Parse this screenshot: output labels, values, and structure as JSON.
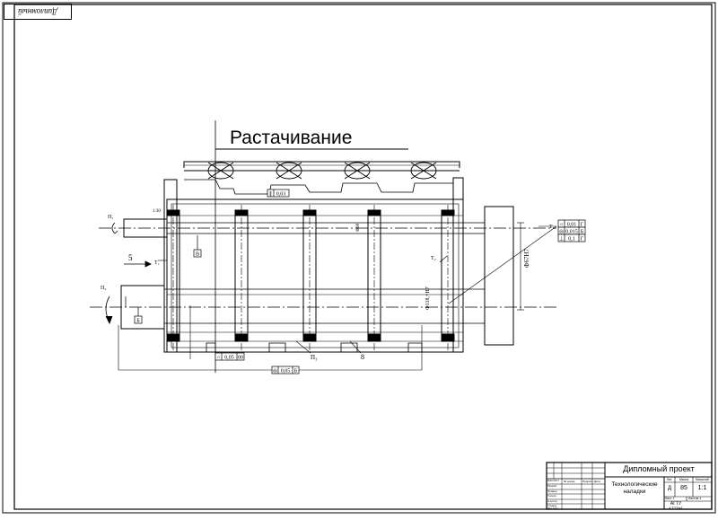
{
  "sheet": {
    "corner_stamp": "Дипломный проект",
    "operation_title": "Растачивание"
  },
  "drawing": {
    "tolerance_frames": [
      {
        "symbol": "∥",
        "value": "0,03",
        "datum": ""
      },
      {
        "symbol": "○",
        "value": "0,01",
        "datum": "Г"
      },
      {
        "symbol": "◎",
        "value": "0,015",
        "datum": "Б"
      },
      {
        "symbol": "⊥",
        "value": "0,1",
        "datum": "Г"
      },
      {
        "symbol": "○",
        "value": "0,05",
        "datum": "00"
      },
      {
        "symbol": "◎",
        "value": "0,05",
        "datum": "Б"
      }
    ],
    "labels": {
      "step": "5",
      "surface_t_top": "Т₁",
      "surface_t_right": "Т₂",
      "datum_v": "В",
      "datum_b": "Б",
      "arrow_pi1": "П₁",
      "arrow_pi2": "П₂",
      "arrow_pi3": "П₃",
      "spindle_count": "8",
      "dim_right": "Ф67Н7",
      "dim_bore": "Ф118,+Н7",
      "dim_small": "Ф68",
      "tool_mark": "1:30"
    }
  },
  "title_block": {
    "project": "Дипломный проект",
    "sheet_name_line1": "Технологические",
    "sheet_name_line2": "наладки",
    "stage_header": "Лит.",
    "mass_header": "Масса",
    "scale_header": "Масштаб",
    "mass_value": "85",
    "scale_value": "1:1",
    "sheet_label": "Лист 1",
    "sheets_label": "Листов 1",
    "org_line1": "АГТУ",
    "org_line2": "4 ТТТмТ",
    "revision_mark": "Д",
    "row_labels": [
      "Изм.Лист",
      "Разраб.",
      "Провер.",
      "Т.контр.",
      "Н.контр.",
      "Утверд.",
      "Инд. подп."
    ],
    "col_labels": [
      "№ докум.",
      "Подпись",
      "Дата"
    ]
  }
}
